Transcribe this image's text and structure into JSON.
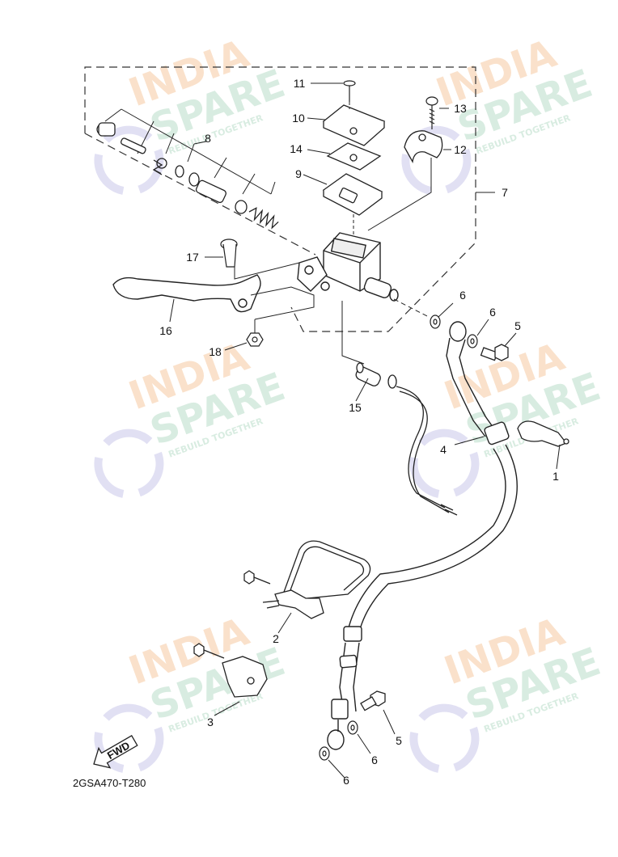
{
  "diagram": {
    "code": "2GSA470-T280",
    "fwd_label": "FWD",
    "watermark": {
      "line1": "INDIA",
      "line2": "SPARE",
      "tagline": "REBUILD TOGETHER"
    },
    "callouts": {
      "c1": "1",
      "c2": "2",
      "c3": "3",
      "c4": "4",
      "c5a": "5",
      "c5b": "5",
      "c6a": "6",
      "c6b": "6",
      "c6c": "6",
      "c6d": "6",
      "c7": "7",
      "c8": "8",
      "c9": "9",
      "c10": "10",
      "c11": "11",
      "c12": "12",
      "c13": "13",
      "c14": "14",
      "c15": "15",
      "c16": "16",
      "c17": "17",
      "c18": "18"
    },
    "colors": {
      "line": "#222222",
      "wm_orange": "#f6c9a0",
      "wm_green": "#b9ddc8",
      "wm_blue": "#c9c6ea"
    }
  }
}
